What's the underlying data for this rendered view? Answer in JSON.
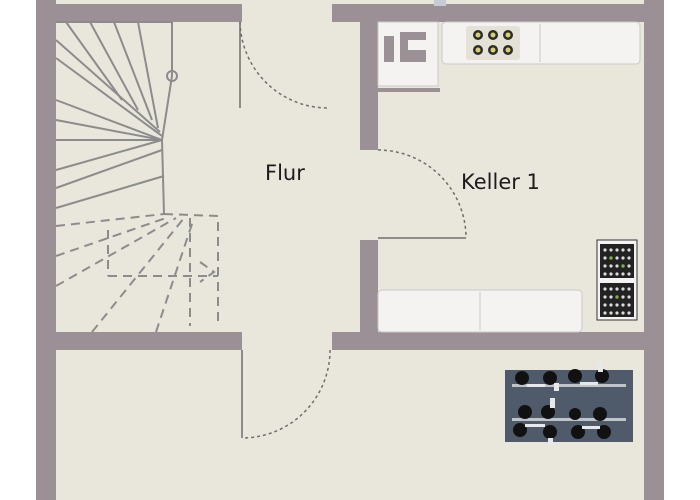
{
  "floorplan": {
    "colors": {
      "floor": "#e9e6dc",
      "wall": "#9a9096",
      "door_arc": "#6e6e6e",
      "stair_line": "#8c8c8c",
      "cabinet": "#f4f3f1",
      "cabinet_edge": "#c9c9c9"
    },
    "rooms": [
      {
        "id": "hall",
        "label": "Flur"
      },
      {
        "id": "cellar1",
        "label": "Keller 1"
      }
    ],
    "furniture": [
      {
        "name": "washing-machine",
        "icon": "washer-icon"
      },
      {
        "name": "kitchen-counter-top",
        "icon": "counter-icon"
      },
      {
        "name": "cooktop",
        "icon": "cooktop-icon"
      },
      {
        "name": "shelf-unit",
        "icon": "shelf-icon"
      },
      {
        "name": "bottle-crates",
        "icon": "crate-icon"
      },
      {
        "name": "weight-rack",
        "icon": "dumbbell-icon"
      }
    ]
  }
}
